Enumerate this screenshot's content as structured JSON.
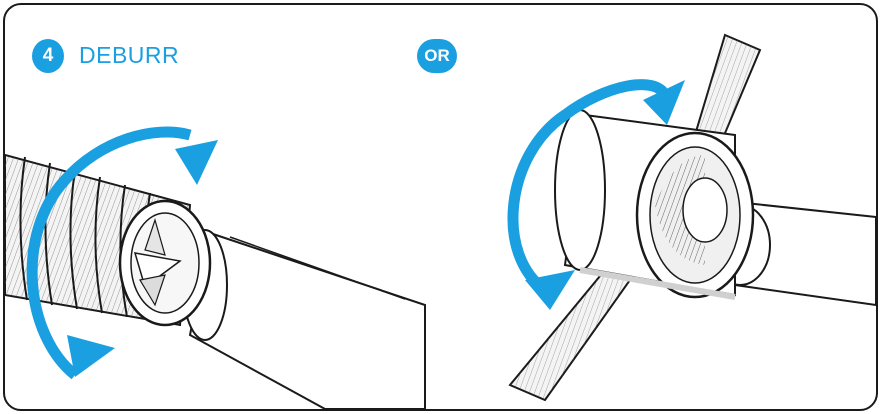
{
  "step": {
    "number": "4",
    "title": "DEBURR"
  },
  "alternative": {
    "label": "OR"
  },
  "colors": {
    "accent": "#1aa0e0",
    "outline": "#1a1a1a",
    "tool_fill": "#f4f4f4",
    "shade": "#d9d9d9",
    "pipe_fill": "#ffffff"
  },
  "icons": {
    "rotate_left_tool": "rotation-arrow-icon",
    "rotate_right_tool": "rotation-arrow-icon"
  }
}
